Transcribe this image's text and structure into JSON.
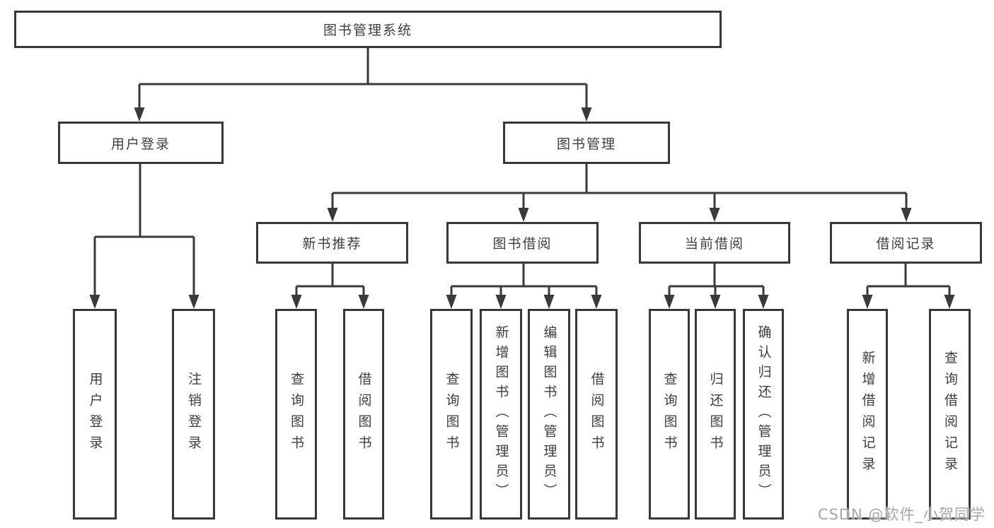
{
  "diagram": {
    "type": "tree",
    "root": {
      "label": "图书管理系统",
      "children": [
        {
          "label": "用户登录",
          "children": [
            {
              "label": "用户登录"
            },
            {
              "label": "注销登录"
            }
          ]
        },
        {
          "label": "图书管理",
          "children": [
            {
              "label": "新书推荐",
              "children": [
                {
                  "label": "查询图书"
                },
                {
                  "label": "借阅图书"
                }
              ]
            },
            {
              "label": "图书借阅",
              "children": [
                {
                  "label": "查询图书"
                },
                {
                  "label": "新增图书（管理员）"
                },
                {
                  "label": "编辑图书（管理员）"
                },
                {
                  "label": "借阅图书"
                }
              ]
            },
            {
              "label": "当前借阅",
              "children": [
                {
                  "label": "查询图书"
                },
                {
                  "label": "归还图书"
                },
                {
                  "label": "确认归还（管理员）"
                }
              ]
            },
            {
              "label": "借阅记录",
              "children": [
                {
                  "label": "新增借阅记录"
                },
                {
                  "label": "查询借阅记录"
                }
              ]
            }
          ]
        }
      ]
    }
  },
  "watermark": "CSDN @软件_小贺同学",
  "colors": {
    "line": "#3a3a3a",
    "box_border": "#383838",
    "box_background": "#ffffff",
    "text": "#3e3e3e",
    "watermark_text": "#a6a6a6"
  }
}
